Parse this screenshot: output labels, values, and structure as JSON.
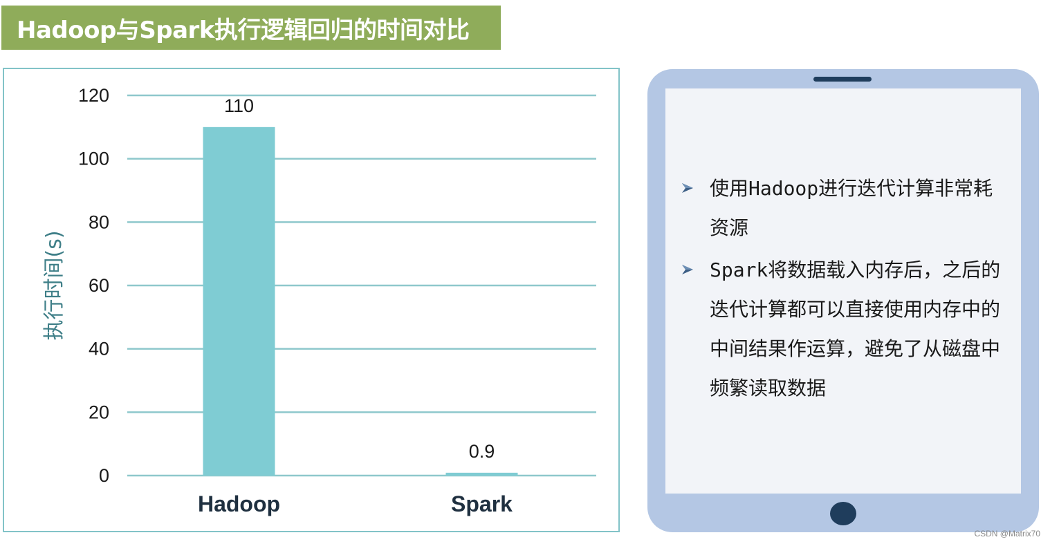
{
  "title": "Hadoop与Spark执行逻辑回归的时间对比",
  "chart_data": {
    "type": "bar",
    "categories": [
      "Hadoop",
      "Spark"
    ],
    "values": [
      110,
      0.9
    ],
    "data_labels": [
      "110",
      "0.9"
    ],
    "ylabel": "执行时间(s)",
    "ylim": [
      0,
      120
    ],
    "yticks": [
      0,
      20,
      40,
      60,
      80,
      100,
      120
    ],
    "grid": true,
    "legend": "none",
    "colors": {
      "bar": "#7fccd3",
      "grid": "#8ec8cc",
      "tick_text": "#1a1a1a",
      "category_text": "#1f3040",
      "ylabel_text": "#3f7f88"
    }
  },
  "tablet": {
    "bullets": [
      "使用Hadoop进行迭代计算非常耗资源",
      "Spark将数据载入内存后，之后的迭代计算都可以直接使用内存中的中间结果作运算，避免了从磁盘中频繁读取数据"
    ],
    "bullet_icon": "arrow-bullet-icon",
    "colors": {
      "frame": "#b4c7e4",
      "screen": "#f2f4f8",
      "button": "#1f3d5c"
    }
  },
  "watermark": "CSDN @Matrix70"
}
